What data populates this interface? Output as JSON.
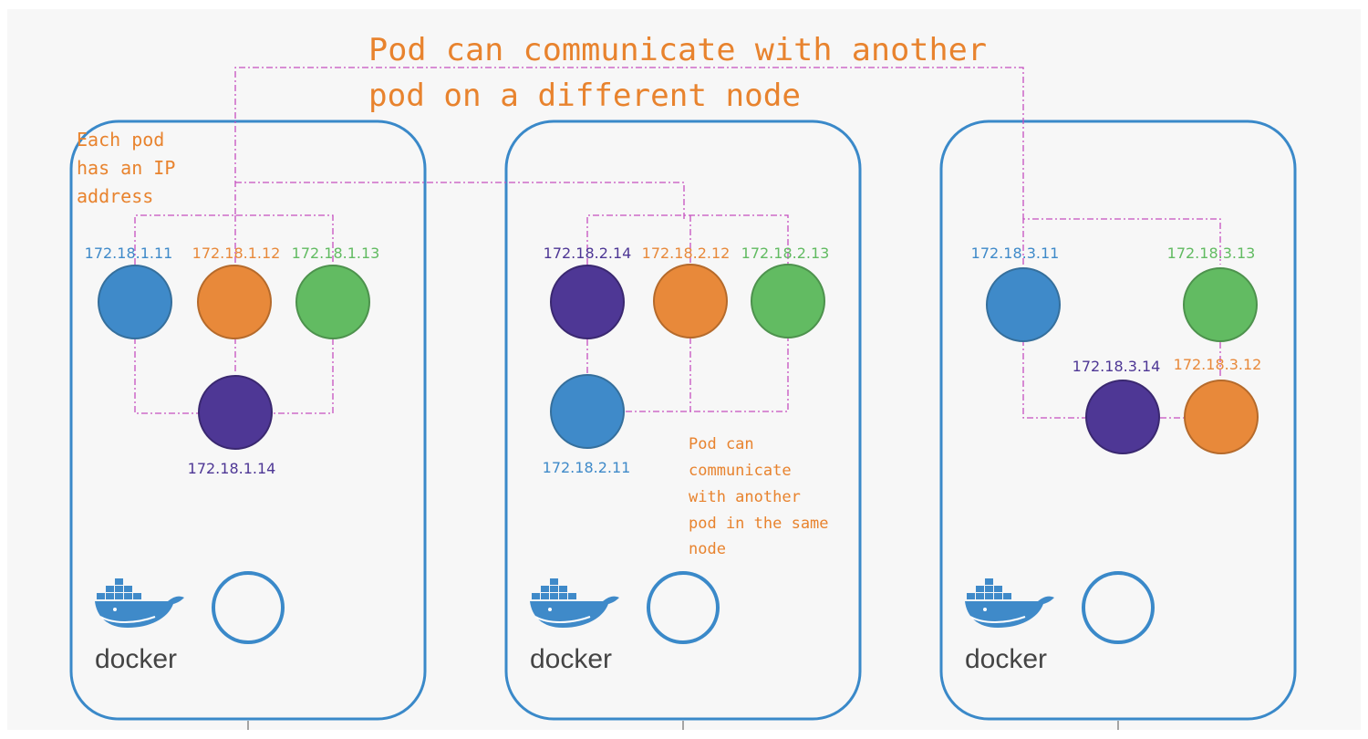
{
  "annotations": {
    "title_line1": "Pod can communicate with another",
    "title_line2": "pod on a different node",
    "pod_ip_note": [
      "Each pod",
      "has an IP",
      "address"
    ],
    "same_node_note": [
      "Pod can",
      "communicate",
      "with another",
      "pod in the same",
      "node"
    ]
  },
  "colors": {
    "node_border": "#3a89c9",
    "link": "#c64fc0",
    "blue": "#3f8ac9",
    "orange": "#e8893a",
    "green": "#62bb62",
    "purple": "#4e3795",
    "note": "#e8832e"
  },
  "nodes": [
    {
      "engine_label": "docker",
      "pods": [
        {
          "ip": "172.18.1.11",
          "color": "blue"
        },
        {
          "ip": "172.18.1.12",
          "color": "orange"
        },
        {
          "ip": "172.18.1.13",
          "color": "green"
        },
        {
          "ip": "172.18.1.14",
          "color": "purple"
        }
      ]
    },
    {
      "engine_label": "docker",
      "pods": [
        {
          "ip": "172.18.2.14",
          "color": "purple"
        },
        {
          "ip": "172.18.2.12",
          "color": "orange"
        },
        {
          "ip": "172.18.2.13",
          "color": "green"
        },
        {
          "ip": "172.18.2.11",
          "color": "blue"
        }
      ]
    },
    {
      "engine_label": "docker",
      "pods": [
        {
          "ip": "172.18.3.11",
          "color": "blue"
        },
        {
          "ip": "172.18.3.13",
          "color": "green"
        },
        {
          "ip": "172.18.3.14",
          "color": "purple"
        },
        {
          "ip": "172.18.3.12",
          "color": "orange"
        }
      ]
    }
  ]
}
